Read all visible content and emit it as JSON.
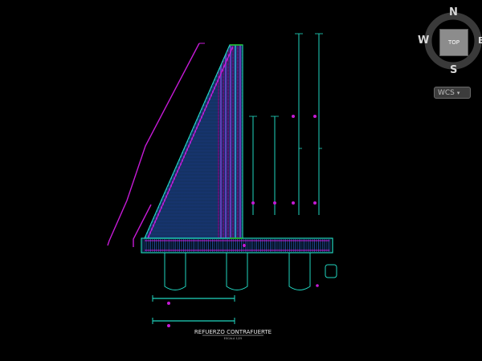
{
  "drawing": {
    "title": "REFUERZO CONTRAFUERTE",
    "scale_note": "ESCALA 1/25"
  },
  "viewcube": {
    "north": "N",
    "south": "S",
    "east": "E",
    "west": "W",
    "top_face": "TOP",
    "wcs_label": "WCS",
    "wcs_caret": "▾"
  },
  "colors": {
    "background": "#000000",
    "concrete_outline": "#21d6c0",
    "rebar_hatch": "#2f6fe0",
    "stirrup": "#c51ad6",
    "slab_line": "#22c02a",
    "dimension_text": "#e8e8e8"
  }
}
